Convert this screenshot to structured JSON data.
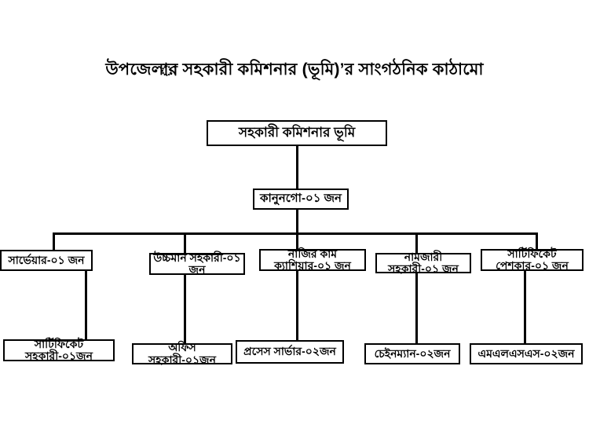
{
  "title": "উপজেলার সহকারী কমিশনার (ভূমি)’র সাংগঠনিক কাঠামো",
  "title_fragment": "া",
  "colors": {
    "line": "#000000",
    "box_border": "#000000",
    "background": "#ffffff",
    "text": "#000000"
  },
  "chart_data": {
    "type": "org-chart",
    "root": {
      "label": "সহকারী কমিশনার ভূমি"
    },
    "level2": {
      "label": "কানুনগো-০১ জন"
    },
    "branches": [
      {
        "mid": "সার্ভেয়ার-০১ জন",
        "bottom": "সার্টিফিকেট সহকারী-০১জন"
      },
      {
        "mid": "উচ্চমান সহকারী-০১ জন",
        "bottom": "অফিস সহকারী-০১জন"
      },
      {
        "mid": "নাজির কাম ক্যাশিয়ার-০১ জন",
        "bottom": "প্রসেস সার্ভার-০২জন"
      },
      {
        "mid": "নামজারী সহকারী-০১ জন",
        "bottom": "চেইনম্যান-০২জন"
      },
      {
        "mid": "সার্টিফিকেট পেশকার-০১ জন",
        "bottom": "এমএলএসএস-০২জন"
      }
    ]
  }
}
